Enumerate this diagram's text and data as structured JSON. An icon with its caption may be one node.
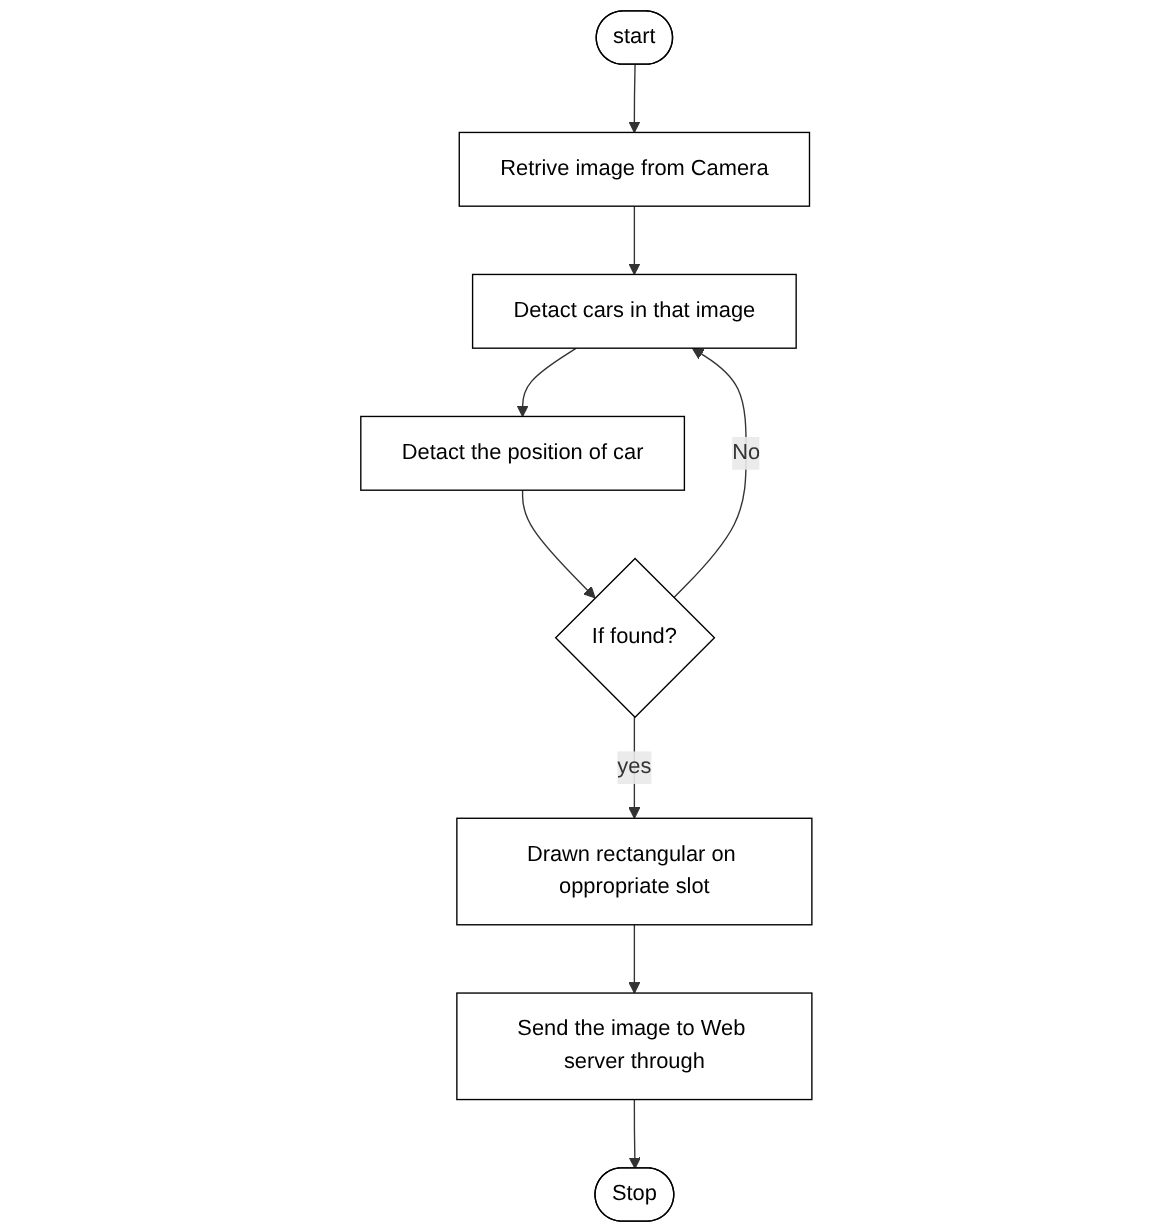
{
  "diagram": {
    "nodes": [
      {
        "text": [
          "start"
        ]
      },
      {
        "text": [
          "Retrive image from Camera"
        ]
      },
      {
        "text": [
          "Detact cars in that image"
        ]
      },
      {
        "text": [
          "Detact the position of car"
        ]
      },
      {
        "text": [
          "If found?"
        ]
      },
      {
        "text": [
          "Drawn rectangular on oppropriate slot"
        ]
      },
      {
        "text": [
          "Send the image to Web server through"
        ]
      },
      {
        "text": [
          "Stop"
        ]
      }
    ],
    "edges": [
      {
        "from": 0,
        "to": 1,
        "arrow": "to"
      },
      {
        "from": 1,
        "to": 2,
        "arrow": "to"
      },
      {
        "from": 2,
        "to": 3,
        "arrow": "to"
      },
      {
        "from": 3,
        "to": 4,
        "arrow": "to"
      },
      {
        "from": 4,
        "to": 2,
        "arrow": "to",
        "label": "No"
      },
      {
        "from": 4,
        "to": 5,
        "arrow": "to",
        "label": "yes"
      },
      {
        "from": 5,
        "to": 6,
        "arrow": "to"
      },
      {
        "from": 6,
        "to": 7,
        "arrow": "to"
      }
    ]
  }
}
